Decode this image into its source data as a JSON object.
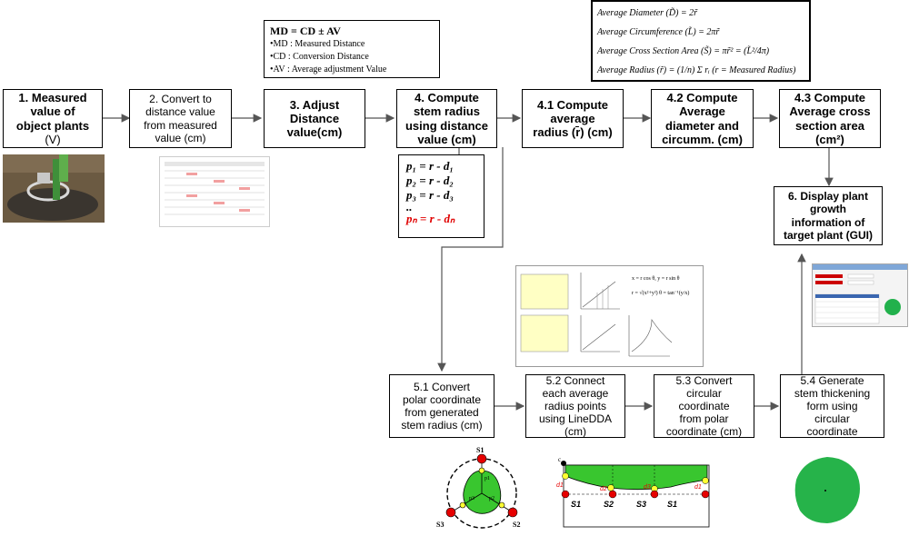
{
  "steps": {
    "s1": {
      "line1": "1. Measured",
      "line2": "value of",
      "line3": "object plants",
      "line4": "(V)"
    },
    "s2": {
      "line1": "2. Convert to",
      "line2": "distance value",
      "line3": "from measured",
      "line4": "value (cm)"
    },
    "s3": {
      "line1": "3. Adjust",
      "line2": "Distance",
      "line3": "value(cm)"
    },
    "s4": {
      "line1": "4. Compute",
      "line2": "stem radius",
      "line3": "using distance",
      "line4": "value (cm)"
    },
    "s41": {
      "line1": "4.1 Compute",
      "line2": "average",
      "line3": "radius (r̄)  (cm)"
    },
    "s42": {
      "line1": "4.2 Compute",
      "line2": "Average",
      "line3": "diameter and",
      "line4": "circumm. (cm)"
    },
    "s43": {
      "line1": "4.3 Compute",
      "line2": "Average cross",
      "line3": "section area",
      "line4": "(cm²)"
    },
    "s6": {
      "line1": "6. Display plant",
      "line2": "growth",
      "line3": "information of",
      "line4": "target plant (GUI)"
    },
    "s51": {
      "line1": "5.1 Convert",
      "line2": "polar coordinate",
      "line3": "from  generated",
      "line4": "stem radius (cm)"
    },
    "s52": {
      "line1": "5.2 Connect",
      "line2": "each average",
      "line3": "radius points",
      "line4": "using LineDDA",
      "line5": "(cm)"
    },
    "s53": {
      "line1": "5.3 Convert",
      "line2": "circular",
      "line3": "coordinate",
      "line4": "from polar",
      "line5": "coordinate (cm)"
    },
    "s54": {
      "line1": "5.4 Generate",
      "line2": "stem thickening",
      "line3": "form using",
      "line4": "circular",
      "line5": "coordinate"
    }
  },
  "md_box": {
    "formula": "MD = CD ± AV",
    "items": [
      "•MD : Measured Distance",
      "•CD : Conversion Distance",
      "•AV : Average adjustment Value"
    ]
  },
  "avg_box": {
    "lines": [
      "Average Diameter (D̃) = 2r̃",
      "Average Circumference (L̃) = 2πr̃",
      "Average Cross Section Area (S̃) = πr̃² = (L̃²/4π)",
      "Average Radius (r̃) = (1/n) Σ rᵢ (r = Measured Radius)"
    ]
  },
  "p_box": {
    "lines": [
      "p₁ = r - d₁",
      "p₂ = r - d₂",
      "p₃ = r - d₃",
      "..",
      "pₙ = r - dₙ"
    ]
  },
  "circle_fig": {
    "labels": {
      "s1": "S1",
      "s2": "S2",
      "s3": "S3",
      "p1": "p1",
      "p2": "p2",
      "p3": "p3"
    }
  },
  "rect_fig": {
    "top_label": "c",
    "d_labels": [
      "d1",
      "d2",
      "d3",
      "d1"
    ],
    "s_labels": [
      "S1",
      "S2",
      "S3",
      "S1"
    ]
  },
  "colors": {
    "green": "#39c62f",
    "red": "#e60000",
    "yellow": "#ffff33"
  }
}
